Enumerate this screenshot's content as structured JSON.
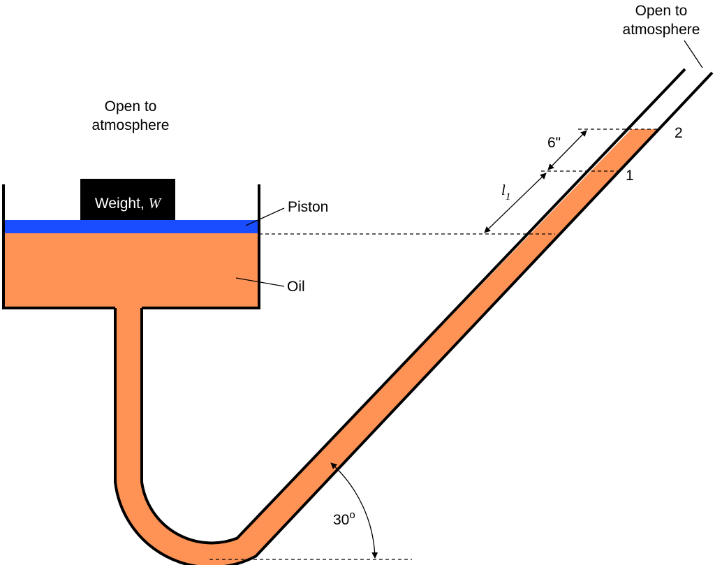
{
  "labels": {
    "open_left_1": "Open to",
    "open_left_2": "atmosphere",
    "open_right_1": "Open to",
    "open_right_2": "atmosphere",
    "weight_text": "Weight, ",
    "weight_symbol": "W",
    "piston": "Piston",
    "oil": "Oil",
    "level_1": "1",
    "level_2": "2",
    "dim_6in": "6\"",
    "dim_l1_letter": "l",
    "dim_l1_sub": "1",
    "angle_value": "30",
    "angle_unit": "o"
  },
  "colors": {
    "oil": "#FF9355",
    "piston": "#1A4DFF",
    "weight": "#000000",
    "outline": "#000000",
    "background": "#FFFFFF"
  },
  "incline_angle_deg": 30
}
